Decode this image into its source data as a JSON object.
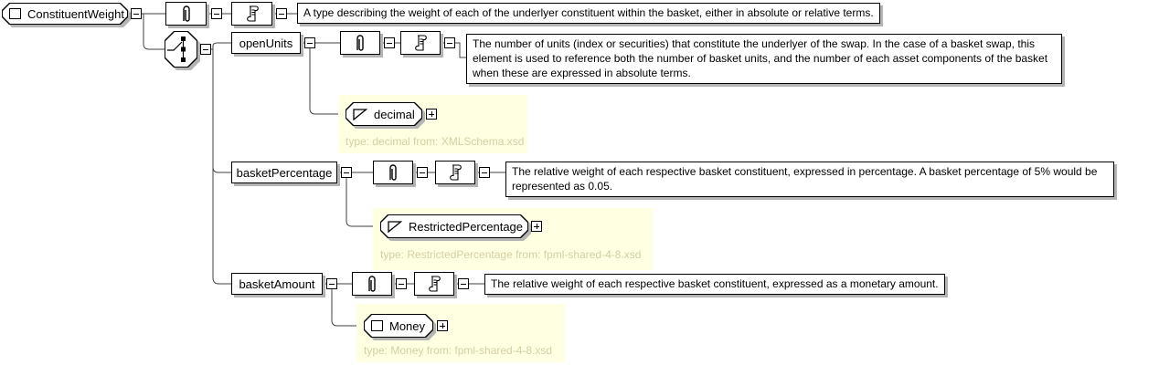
{
  "diagram": {
    "root": {
      "name": "ConstituentWeight",
      "annotation": "A type describing the weight of each of the underlyer constituent within the basket, either in absolute or relative terms."
    },
    "compositor": "choice",
    "elements": [
      {
        "name": "openUnits",
        "annotation": "The number of units (index or securities) that constitute the underlyer of the swap. In the case of a basket swap, this element is used to reference both the number of basket units, and the number of each asset components of the basket when these are expressed in absolute terms.",
        "type": {
          "name": "decimal",
          "kind": "simple",
          "source": "type: decimal from: XMLSchema.xsd"
        }
      },
      {
        "name": "basketPercentage",
        "annotation": "The relative weight of each respective basket constituent, expressed in percentage. A basket percentage of 5% would be represented as 0.05.",
        "type": {
          "name": "RestrictedPercentage",
          "kind": "simple",
          "source": "type: RestrictedPercentage from: fpml-shared-4-8.xsd"
        }
      },
      {
        "name": "basketAmount",
        "annotation": "The relative weight of each respective basket constituent, expressed as a monetary amount.",
        "type": {
          "name": "Money",
          "kind": "complex",
          "source": "type: Money from: fpml-shared-4-8.xsd"
        }
      }
    ],
    "colors": {
      "panel_bg": "#ffffe1",
      "type_source_text": "#d2d0a4",
      "shadow": "#b4b4b4"
    }
  }
}
